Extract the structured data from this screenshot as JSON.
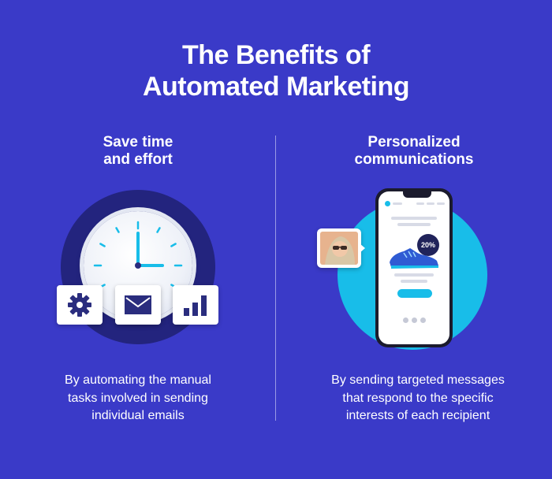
{
  "title": {
    "line1": "The Benefits of",
    "line2": "Automated Marketing"
  },
  "left_column": {
    "heading_line1": "Save time",
    "heading_line2": "and effort",
    "body_line1": "By automating the manual",
    "body_line2": "tasks involved in sending",
    "body_line3": "individual emails",
    "icons": [
      "clock-icon",
      "gear-icon",
      "envelope-icon",
      "bar-chart-icon"
    ]
  },
  "right_column": {
    "heading_line1": "Personalized",
    "heading_line2": "communications",
    "body_line1": "By sending targeted messages",
    "body_line2": "that respond to the specific",
    "body_line3": "interests of each recipient",
    "discount_badge": "20%",
    "icons": [
      "smartphone-icon",
      "sneaker-icon",
      "person-avatar-icon"
    ]
  },
  "colors": {
    "background": "#3a3ac8",
    "accent_cyan": "#18bde9",
    "dark_navy": "#23247e",
    "white": "#ffffff"
  }
}
